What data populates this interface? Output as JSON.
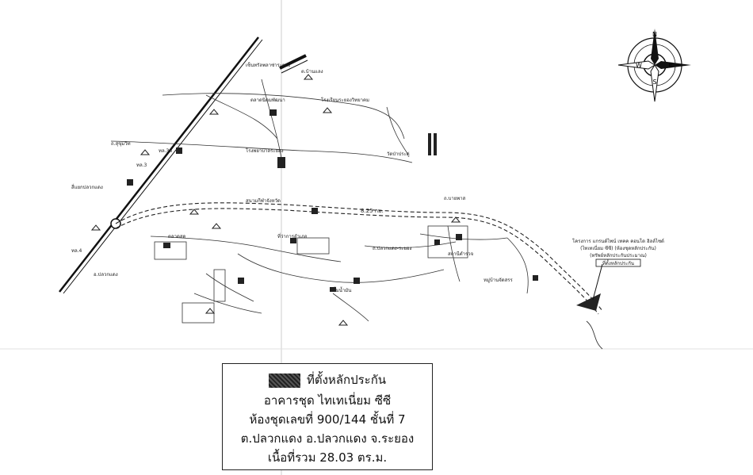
{
  "compass": {
    "n": "N",
    "s": "S",
    "e": "E",
    "w": "W"
  },
  "site_label": {
    "line1": "โครงการ แกรนด์ไพน์ เทคค คอนโด ฮิลล์ไซด์",
    "line2": "(ไทเทเนี่ยม ซีซี) (ห้องชุดหลักประกัน)",
    "line3": "(ทรัพย์หลักประกันประมาณ)",
    "line4": "ที่ตั้งหลักประกัน"
  },
  "distance_label": "8.25 กม.",
  "map_labels": [
    "เซ็นทรัลพลาซ่าระยอง",
    "ต.บ้านแลง",
    "ถ.สุขุมวิท",
    "ตลาดนิคมพัฒนา",
    "โรงเรียนระยองวิทยาคม",
    "โรงพยาบาลระยอง",
    "วัดป่าประดู่",
    "สนามกีฬาจังหวัด",
    "ถ.บายพาส",
    "ทล.36",
    "ทล.3",
    "ทล.4",
    "ตลาดสด",
    "สี่แยกปลวกแดง",
    "อ.ปลวกแดง",
    "ที่ว่าการอำเภอ",
    "ปั๊มน้ำมัน",
    "หมู่บ้านจัดสรร",
    "ถ.ปลวกแดง-ระยอง",
    "สถานีตำรวจ"
  ],
  "legend": {
    "title": "ที่ตั้งหลักประกัน",
    "line2": "อาคารชุด ไทเทเนี่ยม ซีซี",
    "line3": "ห้องชุดเลขที่ 900/144 ชั้นที่ 7",
    "line4": "ต.ปลวกแดง อ.ปลวกแดง จ.ระยอง",
    "line5": "เนื้อที่รวม 28.03 ตร.ม."
  }
}
